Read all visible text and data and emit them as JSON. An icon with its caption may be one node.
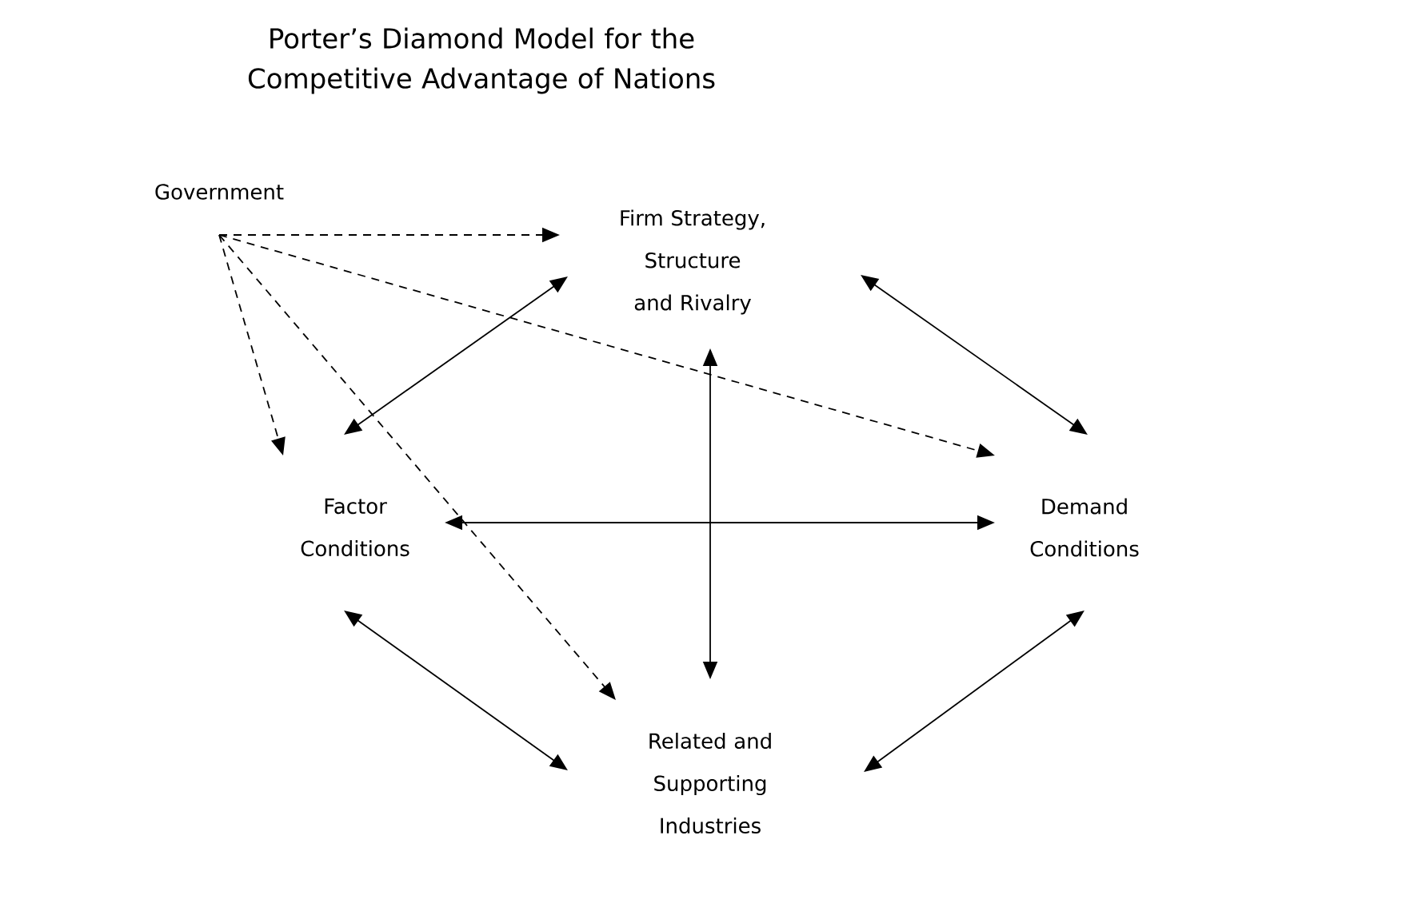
{
  "diagram": {
    "title": "Porter’s Diamond Model for the Competitive Advantage of Nations",
    "nodes": [
      {
        "text": [
          "Government"
        ]
      },
      {
        "text": [
          "Firm Strategy, Structure and Rivalry"
        ]
      },
      {
        "text": [
          "Factor Conditions"
        ]
      },
      {
        "text": [
          "Demand Conditions"
        ]
      },
      {
        "text": [
          "Related and Supporting Industries"
        ]
      }
    ],
    "edges": [
      {
        "from": 0,
        "to": 1,
        "arrow": "to",
        "style": "dashed"
      },
      {
        "from": 0,
        "to": 2,
        "arrow": "to",
        "style": "dashed"
      },
      {
        "from": 0,
        "to": 4,
        "arrow": "to",
        "style": "dashed"
      },
      {
        "from": 0,
        "to": 3,
        "arrow": "to",
        "style": "dashed"
      },
      {
        "from": 2,
        "to": 1,
        "arrow": "both"
      },
      {
        "from": 1,
        "to": 3,
        "arrow": "both"
      },
      {
        "from": 2,
        "to": 4,
        "arrow": "both"
      },
      {
        "from": 3,
        "to": 4,
        "arrow": "both"
      },
      {
        "from": 1,
        "to": 4,
        "arrow": "both"
      },
      {
        "from": 2,
        "to": 3,
        "arrow": "both"
      }
    ]
  }
}
